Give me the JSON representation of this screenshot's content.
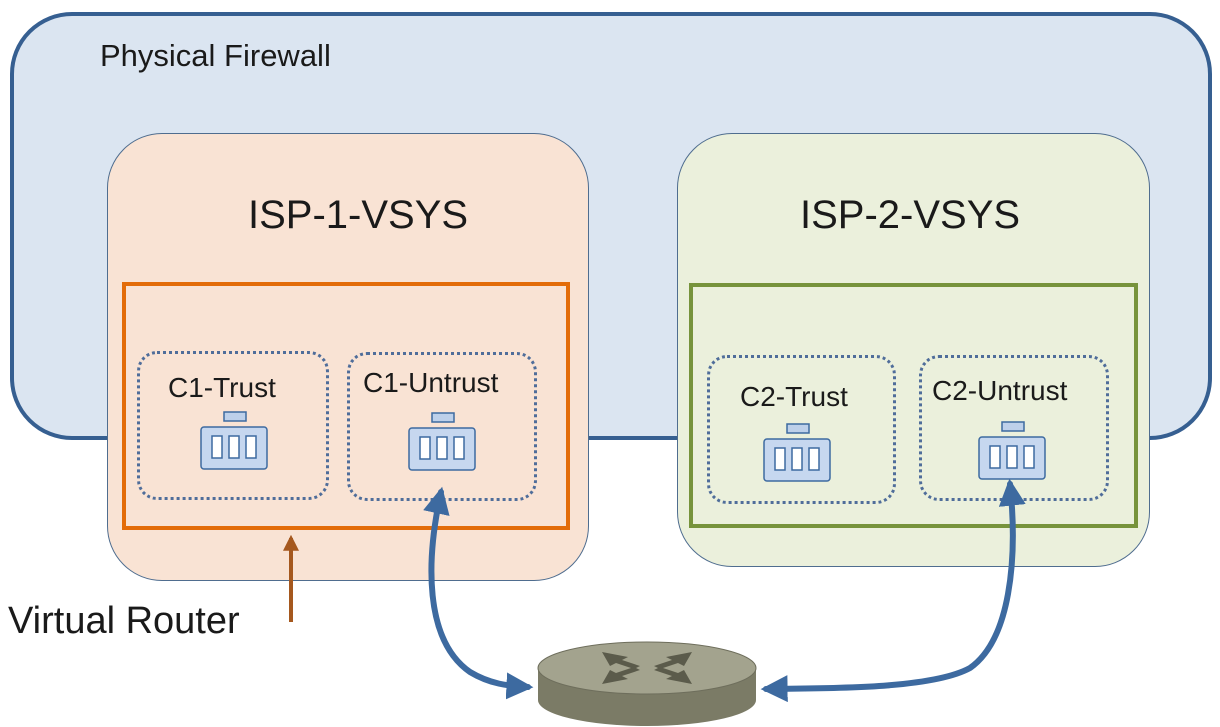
{
  "firewall": {
    "title": "Physical Firewall"
  },
  "vsys": [
    {
      "title": "ISP-1-VSYS",
      "zones": [
        "C1-Trust",
        "C1-Untrust"
      ]
    },
    {
      "title": "ISP-2-VSYS",
      "zones": [
        "C2-Trust",
        "C2-Untrust"
      ]
    }
  ],
  "virtual_router": {
    "label": "Virtual Router"
  },
  "colors": {
    "firewall_fill": "#dbe5f1",
    "firewall_border": "#365f91",
    "vsys1_fill": "#f9e3d4",
    "vsys2_fill": "#ebf0dc",
    "vr1_border": "#e36c09",
    "vr2_border": "#77933c",
    "link_arrow": "#3d6aa0",
    "vr_pointer_arrow": "#a5581e",
    "router_body": "#8c8c76"
  },
  "icons": {
    "interface": "ethernet-port-icon",
    "router": "router-icon"
  }
}
